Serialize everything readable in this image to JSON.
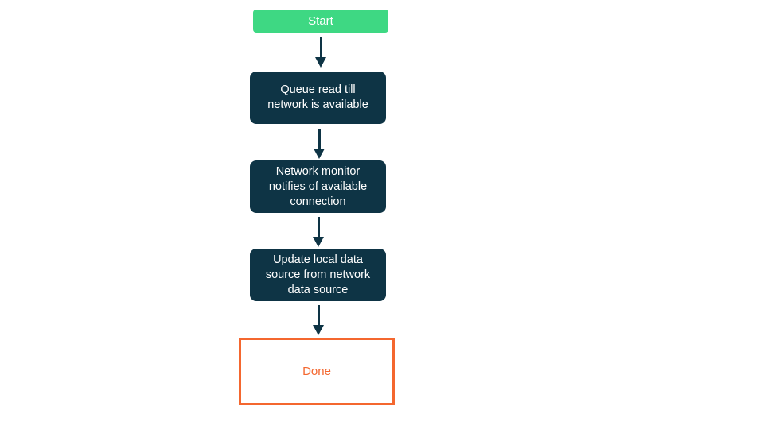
{
  "diagram": {
    "type": "flowchart",
    "direction": "top-down",
    "nodes": [
      {
        "id": "start",
        "kind": "start-terminal",
        "label": "Start"
      },
      {
        "id": "queue-read",
        "kind": "process",
        "label": "Queue read till\nnetwork is available"
      },
      {
        "id": "network-monitor",
        "kind": "process",
        "label": "Network monitor\nnotifies of available\nconnection"
      },
      {
        "id": "update-local",
        "kind": "process",
        "label": "Update local data\nsource from network\ndata source"
      },
      {
        "id": "done",
        "kind": "end-terminal",
        "label": "Done"
      }
    ],
    "edges": [
      {
        "from": "start",
        "to": "queue-read"
      },
      {
        "from": "queue-read",
        "to": "network-monitor"
      },
      {
        "from": "network-monitor",
        "to": "update-local"
      },
      {
        "from": "update-local",
        "to": "done"
      }
    ],
    "colors": {
      "start_fill": "#3ed883",
      "process_fill": "#0e3445",
      "end_border": "#f4672f",
      "end_text": "#f4672f",
      "arrow": "#0e3445",
      "text_on_fill": "#ffffff",
      "background": "#ffffff"
    }
  }
}
